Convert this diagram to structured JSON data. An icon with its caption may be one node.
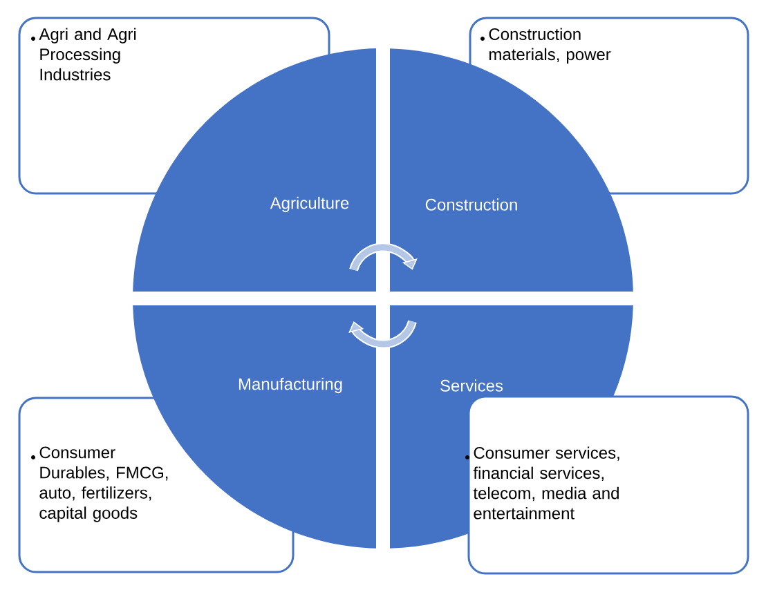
{
  "diagram": {
    "nodes": [
      {
        "text": [
          "Agri and Agri Processing Industries"
        ]
      },
      {
        "text": [
          "Construction materials, power"
        ]
      },
      {
        "text": [
          "Agriculture"
        ]
      },
      {
        "text": [
          "Construction"
        ]
      },
      {
        "text": [
          "Manufacturing"
        ]
      },
      {
        "text": [
          "Services"
        ]
      },
      {
        "text": [
          "Consumer Durables, FMCG, auto, fertilizers, capital goods"
        ]
      },
      {
        "text": [
          "Consumer services, financial services, telecom, media and entertainment"
        ]
      }
    ],
    "edges": [
      {
        "from": 2,
        "to": 3,
        "arrow": "to"
      },
      {
        "from": 5,
        "to": 4,
        "arrow": "to"
      }
    ]
  }
}
